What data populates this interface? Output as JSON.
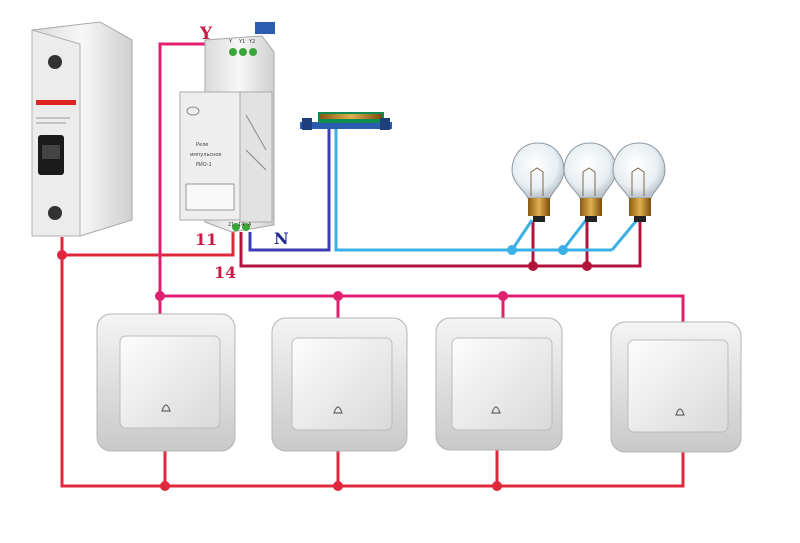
{
  "labels": {
    "y": "Y",
    "n": "N",
    "eleven": "11",
    "fourteen": "14"
  },
  "relay": {
    "terminals_top": [
      "Y",
      "Y1",
      "Y2"
    ],
    "terminals_bottom": [
      "21",
      "14",
      "A"
    ],
    "model_line1": "Реле",
    "model_line2": "импульсное",
    "model_line3": "РИО-1"
  },
  "colors": {
    "wire_red": "#e0283c",
    "wire_pink": "#e0206e",
    "wire_blue": "#3bb0e6",
    "wire_navy": "#3c3cb4",
    "wire_darkred": "#b4143c",
    "label_red": "#c81e46",
    "label_navy": "#1e2896",
    "junction": "#e0283c"
  },
  "icons": [
    "circuit-breaker-icon",
    "impulse-relay-icon",
    "neutral-bus-icon",
    "light-bulb-icon",
    "push-button-icon"
  ]
}
